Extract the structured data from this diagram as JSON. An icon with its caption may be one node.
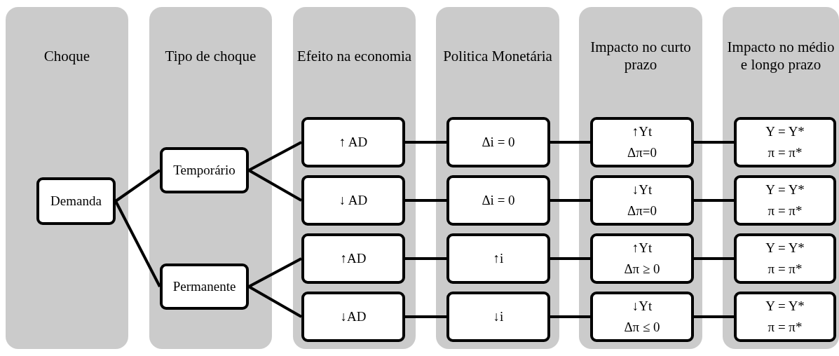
{
  "diagram": {
    "nodes": [
      {
        "text": [
          "Choque"
        ]
      },
      {
        "text": [
          "Demanda"
        ],
        "in": 0
      },
      {
        "text": [
          "Tipo de choque"
        ]
      },
      {
        "text": [
          "Temporário"
        ],
        "in": 2
      },
      {
        "text": [
          "Permanente"
        ],
        "in": 2
      },
      {
        "text": [
          "Efeito na economia"
        ]
      },
      {
        "text": [
          "↑ AD"
        ],
        "in": 5
      },
      {
        "text": [
          "↓ AD"
        ],
        "in": 5
      },
      {
        "text": [
          "↑AD"
        ],
        "in": 5
      },
      {
        "text": [
          "↓AD"
        ],
        "in": 5
      },
      {
        "text": [
          "Politica Monetária"
        ]
      },
      {
        "text": [
          "Δi = 0"
        ],
        "in": 10
      },
      {
        "text": [
          "Δi = 0"
        ],
        "in": 10
      },
      {
        "text": [
          "↑i"
        ],
        "in": 10
      },
      {
        "text": [
          "↓i"
        ],
        "in": 10
      },
      {
        "text": [
          "Impacto no curto prazo"
        ]
      },
      {
        "text": [
          "↑Yt",
          "Δπ=0"
        ],
        "in": 15
      },
      {
        "text": [
          "↓Yt",
          "Δπ=0"
        ],
        "in": 15
      },
      {
        "text": [
          "↑Yt",
          "Δπ ≥ 0"
        ],
        "in": 15
      },
      {
        "text": [
          "↓Yt",
          "Δπ ≤ 0"
        ],
        "in": 15
      },
      {
        "text": [
          "Impacto no médio e longo prazo"
        ]
      },
      {
        "text": [
          "Y = Y*",
          "π = π*"
        ],
        "in": 20
      },
      {
        "text": [
          "Y = Y*",
          "π = π*"
        ],
        "in": 20
      },
      {
        "text": [
          "Y = Y*",
          "π = π*"
        ],
        "in": 20
      },
      {
        "text": [
          "Y = Y*",
          "π = π*"
        ],
        "in": 20
      }
    ],
    "edges": [
      {
        "from": 1,
        "to": 3,
        "arrow": "none"
      },
      {
        "from": 1,
        "to": 4,
        "arrow": "none"
      },
      {
        "from": 3,
        "to": 6,
        "arrow": "none"
      },
      {
        "from": 3,
        "to": 7,
        "arrow": "none"
      },
      {
        "from": 4,
        "to": 8,
        "arrow": "none"
      },
      {
        "from": 4,
        "to": 9,
        "arrow": "none"
      },
      {
        "from": 6,
        "to": 11,
        "arrow": "none"
      },
      {
        "from": 7,
        "to": 12,
        "arrow": "none"
      },
      {
        "from": 8,
        "to": 13,
        "arrow": "none"
      },
      {
        "from": 9,
        "to": 14,
        "arrow": "none"
      },
      {
        "from": 11,
        "to": 16,
        "arrow": "none"
      },
      {
        "from": 12,
        "to": 17,
        "arrow": "none"
      },
      {
        "from": 13,
        "to": 18,
        "arrow": "none"
      },
      {
        "from": 14,
        "to": 19,
        "arrow": "none"
      },
      {
        "from": 16,
        "to": 21,
        "arrow": "none"
      },
      {
        "from": 17,
        "to": 22,
        "arrow": "none"
      },
      {
        "from": 18,
        "to": 23,
        "arrow": "none"
      },
      {
        "from": 19,
        "to": 24,
        "arrow": "none"
      }
    ]
  }
}
